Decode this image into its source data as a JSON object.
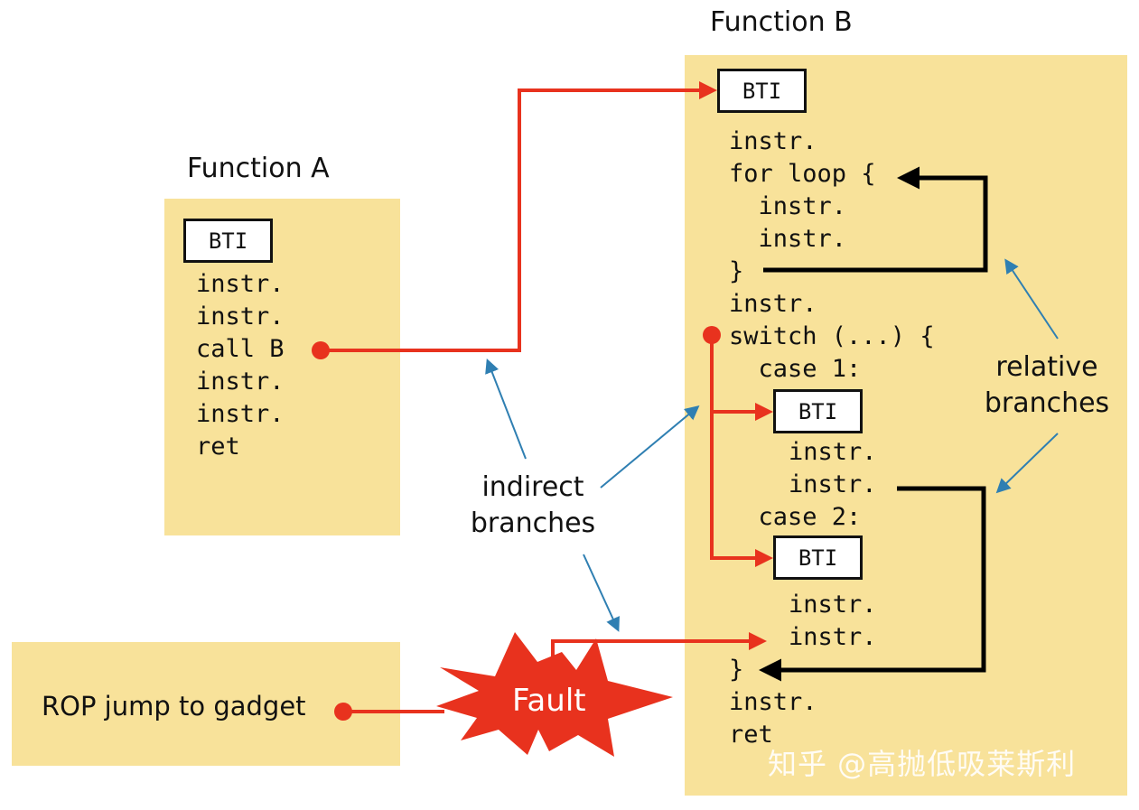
{
  "colors": {
    "box_fill": "#f8e29a",
    "indirect_branch": "#e8321e",
    "relative_branch": "#000000",
    "pointer_arrow": "#2f7fb2"
  },
  "function_a": {
    "title": "Function A",
    "bti": "BTI",
    "lines": [
      "instr.",
      "instr.",
      "call B",
      "instr.",
      "instr.",
      "ret"
    ]
  },
  "function_b": {
    "title": "Function B",
    "bti": "BTI",
    "lines_top": [
      "instr.",
      "for loop {",
      "  instr.",
      "  instr.",
      "}",
      "instr.",
      "switch (...) {",
      "  case 1:"
    ],
    "case1": {
      "bti": "BTI",
      "lines": [
        "instr.",
        "instr."
      ]
    },
    "case2_label": "  case 2:",
    "case2": {
      "bti": "BTI",
      "lines": [
        "instr.",
        "instr."
      ]
    },
    "lines_bottom": [
      "}",
      "instr.",
      "ret"
    ]
  },
  "rop": {
    "label": "ROP jump to gadget"
  },
  "fault": {
    "label": "Fault"
  },
  "annotations": {
    "indirect": [
      "indirect",
      "branches"
    ],
    "relative": [
      "relative",
      "branches"
    ]
  },
  "watermark": "知乎 @高抛低吸莱斯利"
}
